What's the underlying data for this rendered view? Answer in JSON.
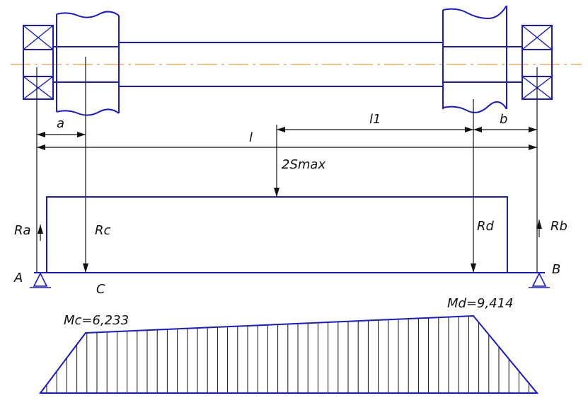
{
  "labels": {
    "a": "a",
    "l1": "l1",
    "b": "b",
    "l": "l",
    "load": "2Smax",
    "ra": "Ra",
    "rc": "Rc",
    "rd": "Rd",
    "rb": "Rb",
    "point_a": "A",
    "point_b": "B",
    "point_c": "C",
    "mc": "Mc=6,233",
    "md": "Md=9,414"
  },
  "colors": {
    "outline": "#1a1acc",
    "dimension": "#111111",
    "centerline": "#e0a040"
  },
  "moments": {
    "mc": 6.233,
    "md": 9.414
  }
}
